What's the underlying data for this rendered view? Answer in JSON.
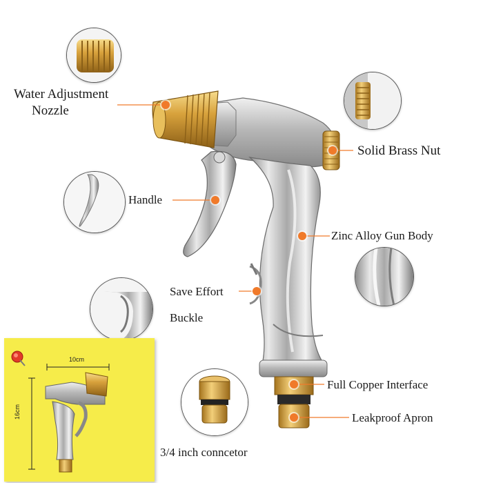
{
  "labels": {
    "water_adjustment": "Water Adjustment",
    "nozzle": "Nozzle",
    "solid_brass_nut": "Solid Brass Nut",
    "handle": "Handle",
    "zinc_alloy": "Zinc Alloy Gun Body",
    "save_effort": "Save Effort",
    "buckle": "Buckle",
    "full_copper": "Full Copper Interface",
    "leakproof": "Leakproof Apron",
    "connector": "3/4  inch conncetor"
  },
  "size_card": {
    "width_label": "10cm",
    "height_label": "16cm"
  },
  "colors": {
    "callout": "#f07a2a",
    "brass": "#d8a23c",
    "chrome": "#b9b9b9",
    "note": "#f6ec4a",
    "pin": "#e23a2a"
  },
  "icons": [
    "pushpin-icon"
  ]
}
